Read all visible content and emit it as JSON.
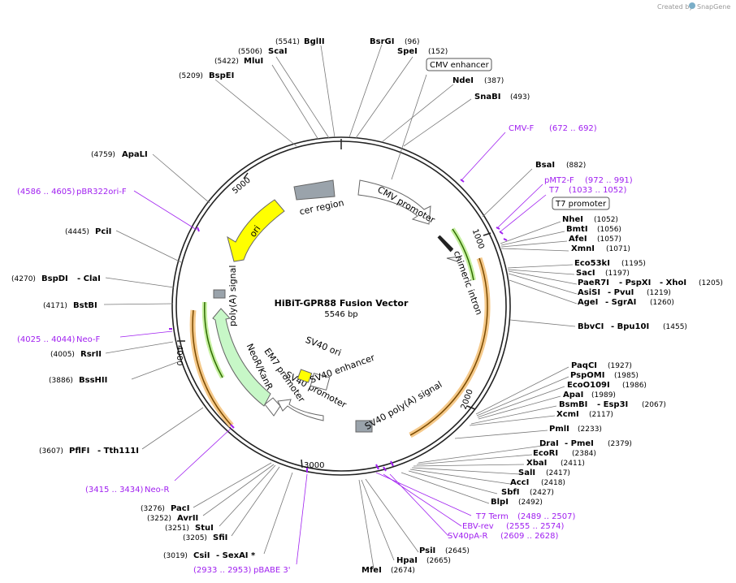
{
  "watermark": {
    "created_by": "Created by",
    "brand": "SnapGene"
  },
  "map": {
    "title": "HiBiT-GPR88 Fusion Vector",
    "size": "5546 bp"
  },
  "ticks": [
    "1000",
    "2000",
    "3000",
    "4000",
    "5000"
  ],
  "features": {
    "cer_region": "cer region",
    "cmv_promoter": "CMV promoter",
    "chimeric_intron": "chimeric intron",
    "ori": "ori",
    "polya_signal": "poly(A) signal",
    "neor_kanr": "NeoR/KanR",
    "em7_promoter": "EM7 promoter",
    "sv40_ori": "SV40 ori",
    "sv40_enhancer": "SV40 enhancer",
    "sv40_promoter": "SV40 promoter",
    "sv40_polya": "SV40 poly(A) signal"
  },
  "boxed": {
    "cmv_enhancer": "CMV enhancer",
    "t7_promoter": "T7 promoter"
  },
  "sites": {
    "bglii": {
      "name": "BglII",
      "pos": "(5541)"
    },
    "scai": {
      "name": "ScaI",
      "pos": "(5506)"
    },
    "mlui": {
      "name": "MluI",
      "pos": "(5422)"
    },
    "bspei": {
      "name": "BspEI",
      "pos": "(5209)"
    },
    "bsrgi": {
      "name": "BsrGI",
      "pos": "(96)"
    },
    "spei": {
      "name": "SpeI",
      "pos": "(152)"
    },
    "ndei": {
      "name": "NdeI",
      "pos": "(387)"
    },
    "snabi": {
      "name": "SnaBI",
      "pos": "(493)"
    },
    "bsai": {
      "name": "BsaI",
      "pos": "(882)"
    },
    "nhei": {
      "name": "NheI",
      "pos": "(1052)"
    },
    "bmti": {
      "name": "BmtI",
      "pos": "(1056)"
    },
    "afei": {
      "name": "AfeI",
      "pos": "(1057)"
    },
    "xmni": {
      "name": "XmnI",
      "pos": "(1071)"
    },
    "eco53ki": {
      "name": "Eco53kI",
      "pos": "(1195)"
    },
    "saci": {
      "name": "SacI",
      "pos": "(1197)"
    },
    "paer7i": {
      "name": "PaeR7I",
      "pos": "(1205)"
    },
    "pspxi": {
      "name": "- PspXI"
    },
    "xhoi": {
      "name": "- XhoI"
    },
    "asisi": {
      "name": "AsiSI",
      "pos": "(1219)"
    },
    "pvui": {
      "name": "- PvuI"
    },
    "agei": {
      "name": "AgeI",
      "pos": "(1260)"
    },
    "sgrai": {
      "name": "- SgrAI"
    },
    "bbvci": {
      "name": "BbvCI",
      "pos": "(1455)"
    },
    "bpu10i": {
      "name": "- Bpu10I"
    },
    "paqci": {
      "name": "PaqCI",
      "pos": "(1927)"
    },
    "pspomi": {
      "name": "PspOMI",
      "pos": "(1985)"
    },
    "eco0109i": {
      "name": "EcoO109I",
      "pos": "(1986)"
    },
    "apai": {
      "name": "ApaI",
      "pos": "(1989)"
    },
    "bsmbi": {
      "name": "BsmBI",
      "pos": "(2067)"
    },
    "esp3i": {
      "name": "- Esp3I"
    },
    "xcmi": {
      "name": "XcmI",
      "pos": "(2117)"
    },
    "pmli": {
      "name": "PmlI",
      "pos": "(2233)"
    },
    "drai": {
      "name": "DraI",
      "pos": "(2379)"
    },
    "pmei": {
      "name": "- PmeI"
    },
    "ecori": {
      "name": "EcoRI",
      "pos": "(2384)"
    },
    "xbai": {
      "name": "XbaI",
      "pos": "(2411)"
    },
    "sali": {
      "name": "SalI",
      "pos": "(2417)"
    },
    "acci": {
      "name": "AccI",
      "pos": "(2418)"
    },
    "sbfi": {
      "name": "SbfI",
      "pos": "(2427)"
    },
    "blpi": {
      "name": "BlpI",
      "pos": "(2492)"
    },
    "psii": {
      "name": "PsiI",
      "pos": "(2645)"
    },
    "hpai": {
      "name": "HpaI",
      "pos": "(2665)"
    },
    "mfei": {
      "name": "MfeI",
      "pos": "(2674)"
    },
    "csii": {
      "name": "CsiI",
      "pos": "(3019)"
    },
    "sexai": {
      "name": "- SexAI *"
    },
    "sfii": {
      "name": "SfiI",
      "pos": "(3205)"
    },
    "stui": {
      "name": "StuI",
      "pos": "(3251)"
    },
    "avrii": {
      "name": "AvrII",
      "pos": "(3252)"
    },
    "paci": {
      "name": "PacI",
      "pos": "(3276)"
    },
    "pflfi": {
      "name": "PflFI",
      "pos": "(3607)"
    },
    "tth111i": {
      "name": "- Tth111I"
    },
    "bsshii": {
      "name": "BssHII",
      "pos": "(3886)"
    },
    "rsrii": {
      "name": "RsrII",
      "pos": "(4005)"
    },
    "bstbi": {
      "name": "BstBI",
      "pos": "(4171)"
    },
    "bspdi": {
      "name": "BspDI",
      "pos": "(4270)"
    },
    "clai": {
      "name": "- ClaI"
    },
    "pcii": {
      "name": "PciI",
      "pos": "(4445)"
    },
    "apali": {
      "name": "ApaLI",
      "pos": "(4759)"
    }
  },
  "primers": {
    "cmvf": {
      "name": "CMV-F",
      "range": "(672 .. 692)"
    },
    "pmt2f": {
      "name": "pMT2-F",
      "range": "(972 .. 991)"
    },
    "t7": {
      "name": "T7",
      "range": "(1033 .. 1052)"
    },
    "t7term": {
      "name": "T7 Term",
      "range": "(2489 .. 2507)"
    },
    "ebvrev": {
      "name": "EBV-rev",
      "range": "(2555 .. 2574)"
    },
    "sv40par": {
      "name": "SV40pA-R",
      "range": "(2609 .. 2628)"
    },
    "pbabe3": {
      "name": "pBABE 3'",
      "range": "(2933 .. 2953)"
    },
    "neor": {
      "name": "Neo-R",
      "range": "(3415 .. 3434)"
    },
    "neof": {
      "name": "Neo-F",
      "range": "(4025 .. 4044)"
    },
    "pbr322": {
      "name": "pBR322ori-F",
      "range": "(4586 .. 4605)"
    }
  }
}
